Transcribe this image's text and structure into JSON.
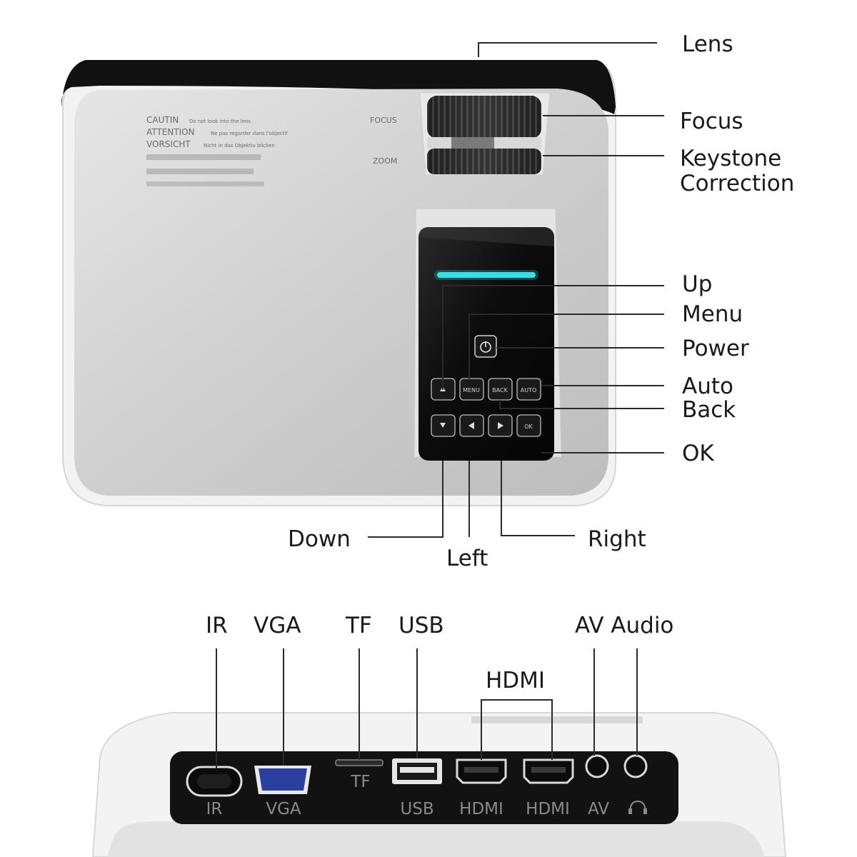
{
  "top_view": {
    "warning": {
      "caution": "CAUTIN",
      "attention": "ATTENTION",
      "vorsicht": "VORSICHT"
    },
    "dial_labels": {
      "focus": "FOCUS",
      "zoom": "ZOOM"
    },
    "keys": {
      "menu": "MENU",
      "back": "BACK",
      "auto": "AUTO",
      "ok": "OK"
    }
  },
  "callouts": {
    "lens": "Lens",
    "focus": "Focus",
    "keystone_line1": "Keystone",
    "keystone_line2": "Correction",
    "up": "Up",
    "menu": "Menu",
    "power": "Power",
    "auto": "Auto",
    "back": "Back",
    "ok": "OK",
    "down": "Down",
    "left": "Left",
    "right": "Right"
  },
  "rear_view": {
    "callouts": {
      "ir": "IR",
      "vga": "VGA",
      "tf": "TF",
      "usb": "USB",
      "hdmi": "HDMI",
      "av_audio": "AV Audio"
    },
    "port_labels": {
      "ir": "IR",
      "vga": "VGA",
      "tf": "TF",
      "usb": "USB",
      "hdmi1": "HDMI",
      "hdmi2": "HDMI",
      "av": "AV"
    }
  },
  "colors": {
    "body_white": "#f4f4f4",
    "top_grey": "#c9c9c9",
    "panel_black": "#111111",
    "led_cyan": "#2fe3e8",
    "vga_blue": "#2b3f9e"
  },
  "icons": [
    "power-icon",
    "up-arrow-icon",
    "down-arrow-icon",
    "left-arrow-icon",
    "right-arrow-icon",
    "headphone-icon"
  ]
}
